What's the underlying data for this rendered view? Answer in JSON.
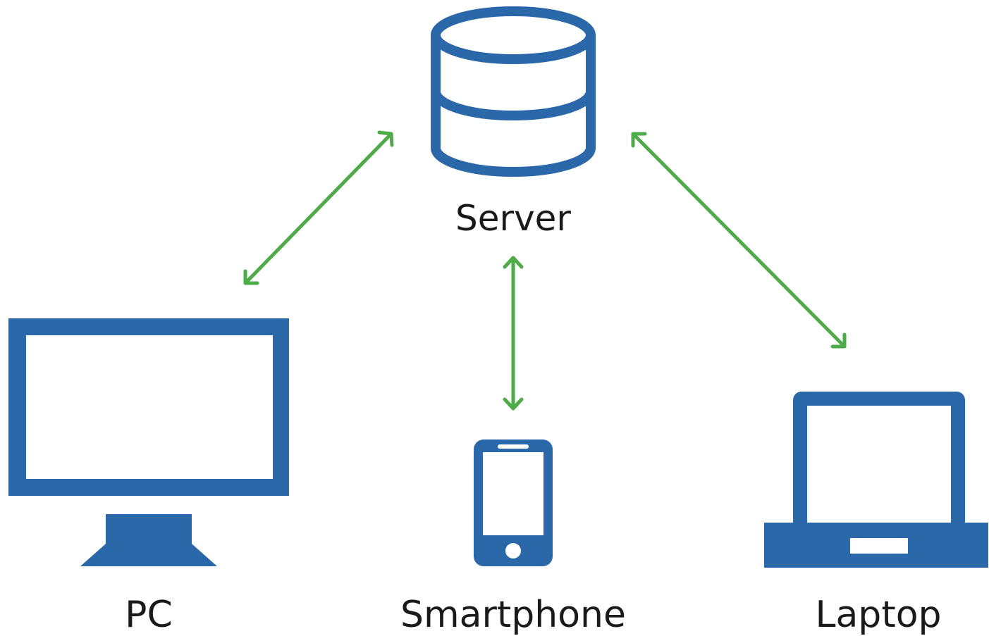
{
  "diagram": {
    "colors": {
      "icon": "#2a68aa",
      "connector": "#4dab48",
      "background": "#ffffff",
      "text": "#1a1a1a"
    },
    "nodes": {
      "server": {
        "label": "Server",
        "icon": "database-icon"
      },
      "pc": {
        "label": "PC",
        "icon": "monitor-icon"
      },
      "smartphone": {
        "label": "Smartphone",
        "icon": "smartphone-icon"
      },
      "laptop": {
        "label": "Laptop",
        "icon": "laptop-icon"
      }
    },
    "connections": [
      {
        "from": "server",
        "to": "pc",
        "direction": "bidirectional"
      },
      {
        "from": "server",
        "to": "smartphone",
        "direction": "bidirectional"
      },
      {
        "from": "server",
        "to": "laptop",
        "direction": "bidirectional"
      }
    ]
  }
}
